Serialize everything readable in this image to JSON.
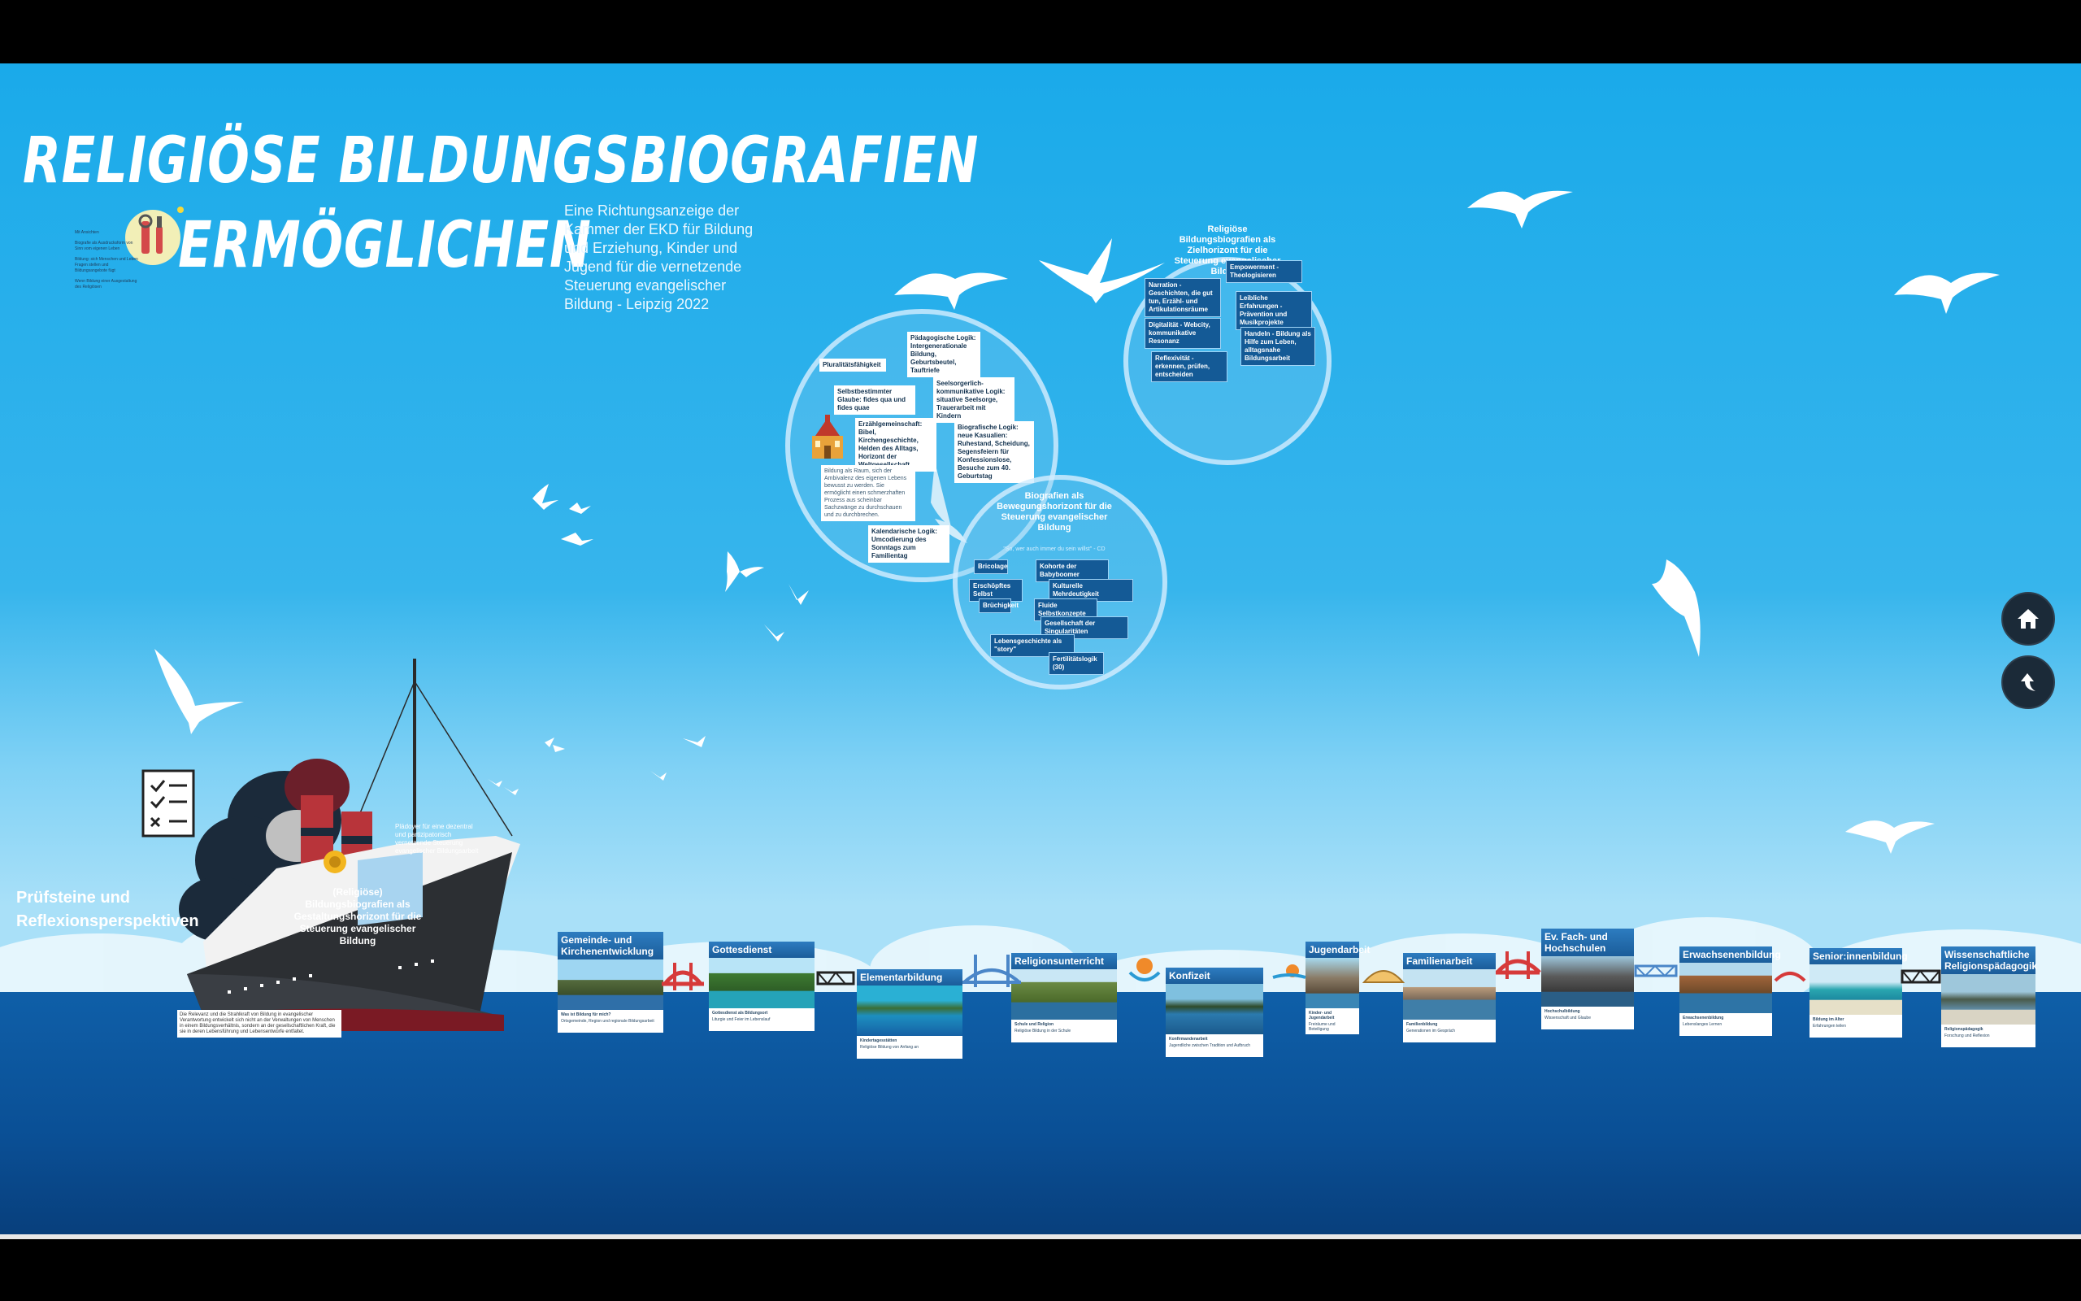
{
  "presentation": {
    "title_line1": "Religiöse Bildungsbiografien",
    "title_line2": "ermöglichen",
    "subtitle": "Eine Richtungsanzeige der Kammer der EKD für Bildung und Erziehung, Kinder und Jugend für die vernetzende Steuerung evangelischer Bildung - Leipzig 2022",
    "side_notes": [
      "Mit Ansichten",
      "Biografie als Ausdrucksform von Sinn vom eigenen Leben",
      "Bildung: sich Menschen und Leben Fragen stellen und Bildungsangebote fügt",
      "Wenn Bildung einer Ausgestaltung des Religiösen"
    ]
  },
  "circle_bildung": {
    "cards": [
      "Pluralitätsfähigkeit",
      "Pädagogische Logik: Intergenerationale Bildung, Geburtsbeutel, Tauftriefe",
      "Selbstbestimmter Glaube: fides qua und fides quae",
      "Seelsorgerlich-kommunikative Logik: situative Seelsorge, Trauerarbeit mit Kindern",
      "Erzählgemeinschaft: Bibel, Kirchengeschichte, Helden des Alltags, Horizont der Weltgesellschaft",
      "Biografische Logik: neue Kasualien: Ruhestand, Scheidung, Segensfeiern für Konfessionslose, Besuche zum 40. Geburtstag",
      "Kalendarische Logik: Umcodierung des Sonntags zum Familientag"
    ],
    "note": "Bildung als Raum, sich der Ambivalenz des eigenen Lebens bewusst zu werden. Sie ermöglicht einen schmerzhaften Prozess aus scheinbar Sachzwänge zu durchschauen und zu durchbrechen."
  },
  "circle_ziel": {
    "title": "Religiöse Bildungsbiografien als Zielhorizont für die Steuerung evangelischer Bildung",
    "cards": [
      "Narration - Geschichten, die gut tun, Erzähl- und Artikulationsräume",
      "Empowerment - Theologisieren",
      "Leibliche Erfahrungen - Prävention und Musikprojekte",
      "Digitalität - Webcity, kommunikative Resonanz",
      "Handeln - Bildung als Hilfe zum Leben, alltagsnahe Bildungsarbeit",
      "Reflexivität - erkennen, prüfen, entscheiden"
    ]
  },
  "circle_bewegung": {
    "title": "Biografien als Bewegungshorizont für die Steuerung evangelischer Bildung",
    "quote": "\"So, wer auch immer du sein willst\" - CD",
    "cards": [
      "Bricolage",
      "Kohorte der Babyboomer",
      "Erschöpftes Selbst",
      "Kulturelle Mehrdeutigkeit",
      "Brüchigkeit",
      "Fluide Selbstkonzepte",
      "Gesellschaft der Singularitäten",
      "Lebensgeschichte als \"story\"",
      "Fertilitätslogik (30)"
    ]
  },
  "ship": {
    "label": "(Religiöse) Bildungsbiografien als Gestaltungshorizont für die Steuerung evangelischer Bildung",
    "note": "Plädoyer für eine dezentral und partizipatorisch vernetzende Steuerung evangelischer Bildungsarbeit",
    "box_text": "Die Relevanz und die Strahlkraft von Bildung in evangelischer Verantwortung entwickelt sich nicht an der Verwaltungen von Menschen in einem Bildungsverhältnis, sondern an der gesellschaftlichen Kraft, die sie in deren Lebensführung und Lebensentwürfe entfaltet."
  },
  "left_label": "Prüfsteine und Reflexionsperspektiven",
  "stations": [
    {
      "title": "Gemeinde- und Kirchenentwicklung",
      "desc_head": "Was ist Bildung für mich?",
      "desc": "Ortsgemeinde, Region und regionale Bildungsarbeit"
    },
    {
      "title": "Gottesdienst",
      "desc_head": "Gottesdienst als Bildungsort",
      "desc": "Liturgie und Feier im Lebenslauf"
    },
    {
      "title": "Elementarbildung",
      "desc_head": "Kindertagesstätten",
      "desc": "Religiöse Bildung von Anfang an"
    },
    {
      "title": "Religionsunterricht",
      "desc_head": "Schule und Religion",
      "desc": "Religiöse Bildung in der Schule"
    },
    {
      "title": "Konfizeit",
      "desc_head": "Konfirmandenarbeit",
      "desc": "Jugendliche zwischen Tradition und Aufbruch"
    },
    {
      "title": "Jugendarbeit",
      "desc_head": "Kinder- und Jugendarbeit",
      "desc": "Freiräume und Beteiligung"
    },
    {
      "title": "Familienarbeit",
      "desc_head": "Familienbildung",
      "desc": "Generationen im Gespräch"
    },
    {
      "title": "Ev. Fach- und Hochschulen",
      "desc_head": "Hochschulbildung",
      "desc": "Wissenschaft und Glaube"
    },
    {
      "title": "Erwachsenenbildung",
      "desc_head": "Erwachsenenbildung",
      "desc": "Lebenslanges Lernen"
    },
    {
      "title": "Senior:innenbildung",
      "desc_head": "Bildung im Alter",
      "desc": "Erfahrungen teilen"
    },
    {
      "title": "Wissenschaftliche Religionspädagogik",
      "desc_head": "Religionspädagogik",
      "desc": "Forschung und Reflexion"
    }
  ],
  "nav": {
    "home_icon": "home-icon",
    "back_icon": "back-arrow-icon"
  },
  "colors": {
    "sky": "#1aaaea",
    "sea": "#0a4f95",
    "card_dark": "#145a96",
    "nav_button": "#1b2a38"
  }
}
